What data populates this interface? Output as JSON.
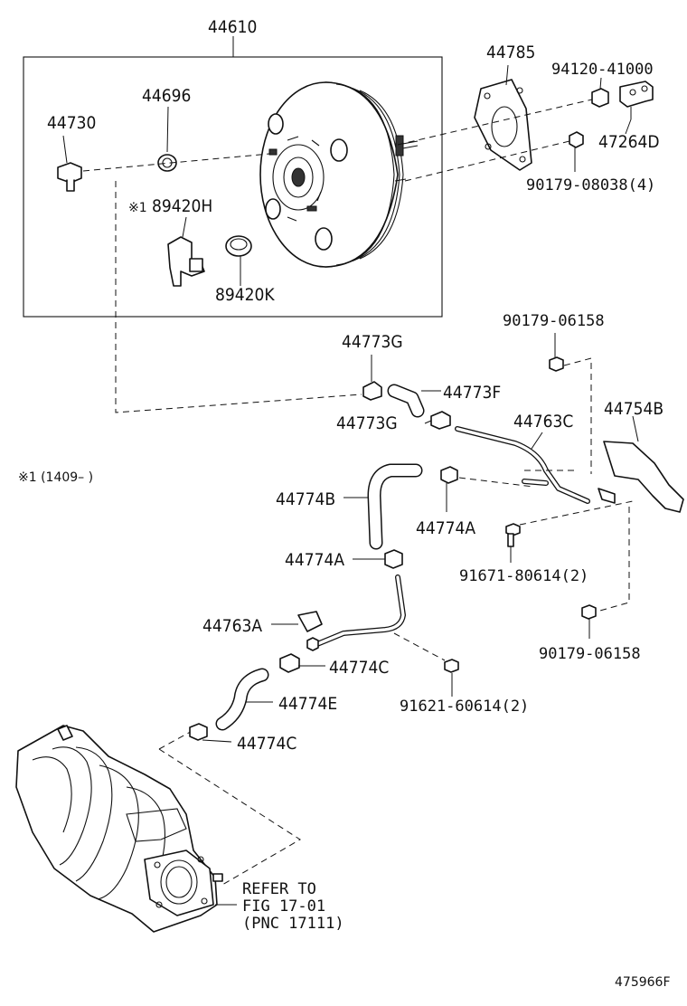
{
  "labels": {
    "p44610": "44610",
    "p44785": "44785",
    "p94120_41000": "94120-41000",
    "p44696": "44696",
    "p44730": "44730",
    "p47264D": "47264D",
    "p90179_08038": "90179-08038(4)",
    "p89420H_mark": "※1",
    "p89420H": "89420H",
    "p89420K": "89420K",
    "p90179_06158_top": "90179-06158",
    "p44773G_top": "44773G",
    "p44773F": "44773F",
    "p44773G_mid": "44773G",
    "p44763C": "44763C",
    "p44754B": "44754B",
    "p44774B": "44774B",
    "p44774A_right": "44774A",
    "p91671_80614": "91671-80614(2)",
    "p44774A_left": "44774A",
    "p44763A": "44763A",
    "p44774C_top": "44774C",
    "p90179_06158_bottom": "90179-06158",
    "p44774E": "44774E",
    "p91621_60614": "91621-60614(2)",
    "p44774C_bottom": "44774C"
  },
  "footnote": "※1 (1409–   )",
  "refer": {
    "line1": "REFER TO",
    "line2": "FIG 17-01",
    "line3": "(PNC 17111)"
  },
  "illustration_code": "475966F"
}
